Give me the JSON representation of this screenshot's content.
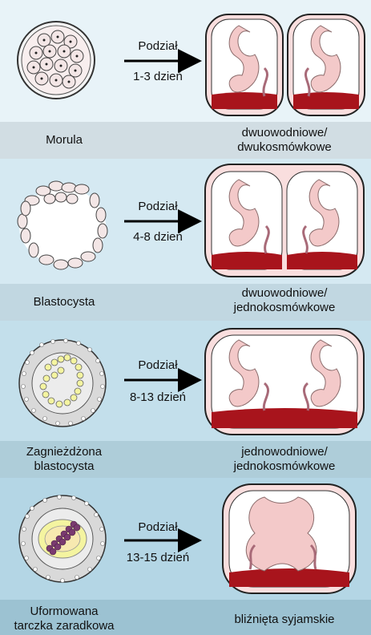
{
  "colors": {
    "panel_bg": [
      "#e8f3f8",
      "#d5e9f2",
      "#c3dfeb",
      "#b4d6e5"
    ],
    "caption_bg": [
      "#d1dde3",
      "#c1d7e1",
      "#aecdd9",
      "#9cc2d2"
    ],
    "embryo_skin": "#f3c9c9",
    "placenta": "#a8141c",
    "membrane": "#f8dcdc"
  },
  "rows": [
    {
      "stage": "Morula",
      "split": "Podział",
      "days": "1-3 dzień",
      "result_line1": "dwuowodniowe/",
      "result_line2": "dwukosmówkowe"
    },
    {
      "stage": "Blastocysta",
      "split": "Podział",
      "days": "4-8 dzień",
      "result_line1": "dwuowodniowe/",
      "result_line2": "jednokosmówkowe"
    },
    {
      "stage_line1": "Zagnieżdżona",
      "stage_line2": "blastocysta",
      "split": "Podział",
      "days": "8-13 dzień",
      "result_line1": "jednowodniowe/",
      "result_line2": "jednokosmówkowe"
    },
    {
      "stage_line1": "Uformowana",
      "stage_line2": "tarczka zaradkowa",
      "split": "Podział",
      "days": "13-15 dzień",
      "result_line1": "bliźnięta syjamskie"
    }
  ]
}
